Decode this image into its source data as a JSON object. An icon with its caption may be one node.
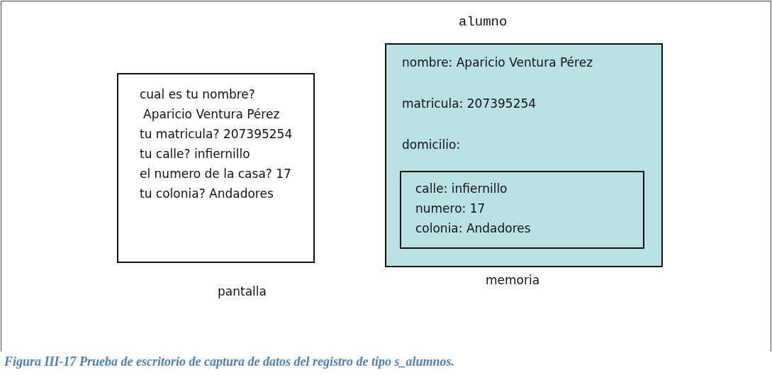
{
  "diagram": {
    "caption": "Figura III-17 Prueba de escritorio de captura de datos del registro de tipo s_alumnos.",
    "nodes": [
      {
        "text": [
          "cual es tu nombre?",
          "Aparicio Ventura Pérez",
          "tu matricula? 207395254",
          "tu calle? infiernillo",
          "el numero de la casa? 17",
          "tu colonia? Andadores"
        ],
        "beside": [
          "pantalla"
        ]
      },
      {
        "text": [
          "alumno",
          "nombre: Aparicio Ventura Pérez",
          "matricula: 207395254",
          "domicilio:"
        ],
        "beside": [
          "memoria"
        ]
      },
      {
        "text": [
          "calle: infiernillo",
          "numero: 17",
          "colonia: Andadores"
        ],
        "in": 1
      }
    ],
    "edges": []
  }
}
